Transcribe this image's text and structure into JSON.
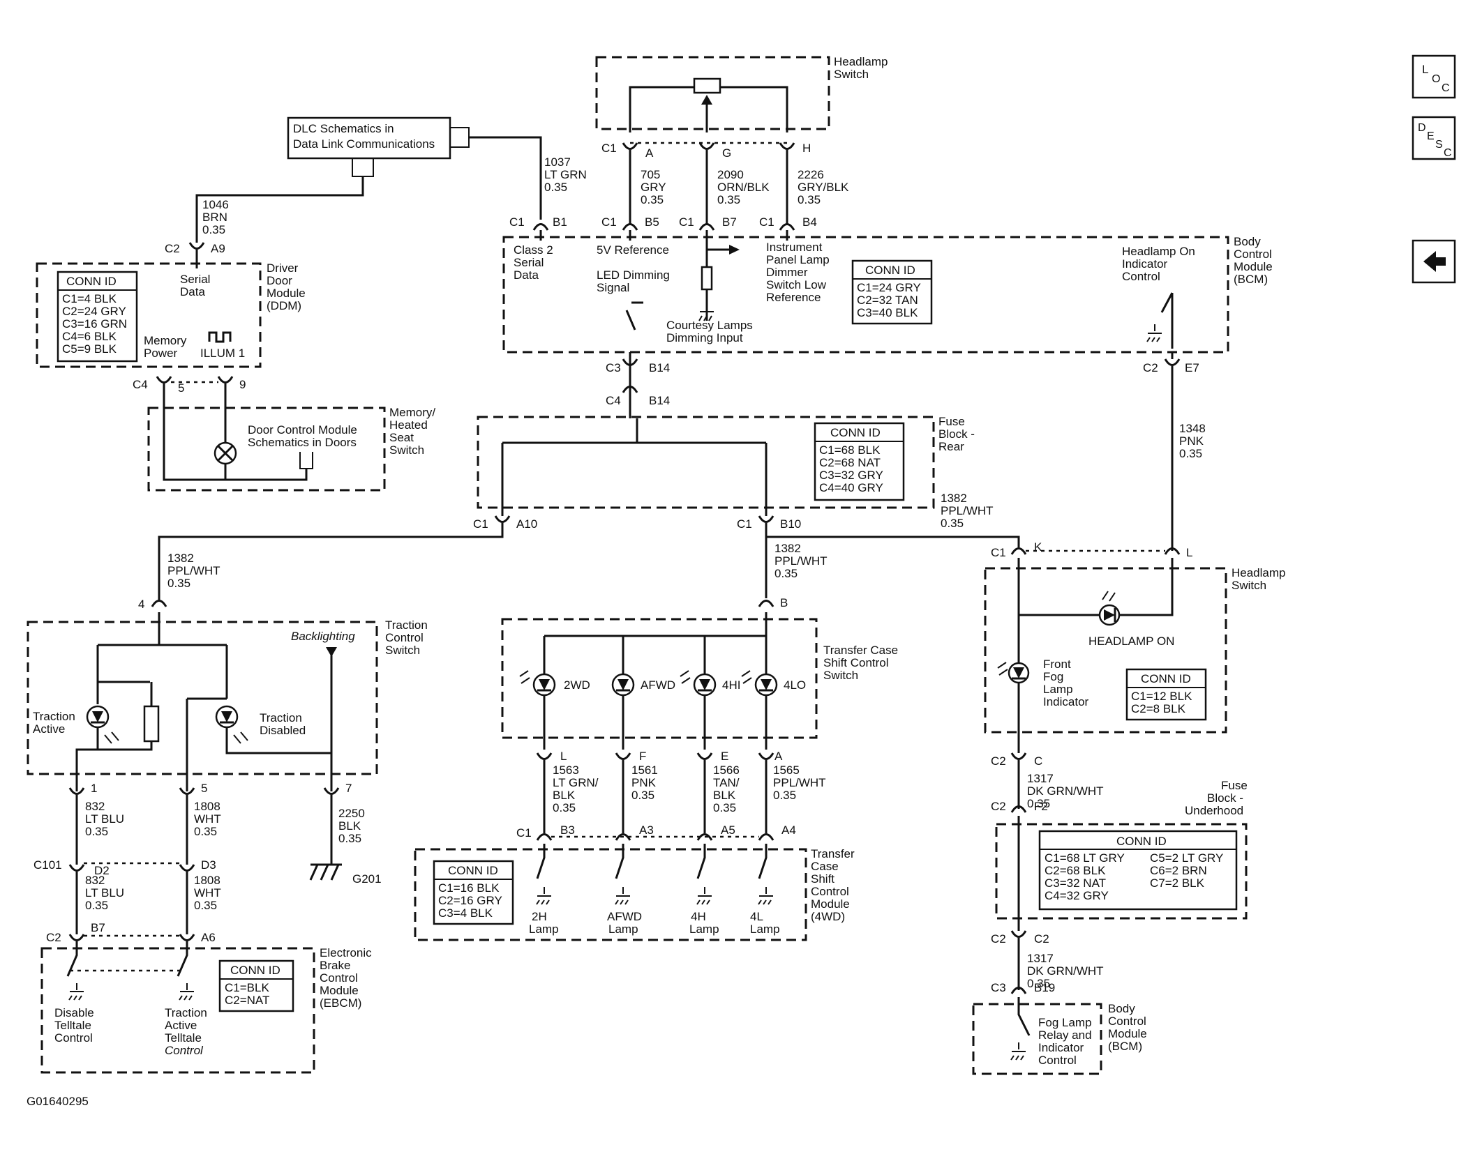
{
  "figure_id": "G01640295",
  "nav": {
    "loc": [
      "L",
      "O",
      "C"
    ],
    "desc": [
      "D",
      "E",
      "S",
      "C"
    ],
    "back_arrow": "←"
  },
  "refs": {
    "dlc": [
      "DLC Schematics in",
      "Data Link Communications"
    ],
    "door_ctrl": [
      "Door Control Module",
      "Schematics in Doors"
    ]
  },
  "components": {
    "headlamp_switch_top": [
      "Headlamp",
      "Switch"
    ],
    "bcm": [
      "Body",
      "Control",
      "Module",
      "(BCM)"
    ],
    "ddm": [
      "Driver",
      "Door",
      "Module",
      "(DDM)"
    ],
    "memory_seat": [
      "Memory/",
      "Heated",
      "Seat",
      "Switch"
    ],
    "fuse_rear": [
      "Fuse",
      "Block -",
      "Rear"
    ],
    "headlamp_switch_right": [
      "Headlamp",
      "Switch"
    ],
    "traction_switch": [
      "Traction",
      "Control",
      "Switch"
    ],
    "transfer_switch": [
      "Transfer Case",
      "Shift Control",
      "Switch"
    ],
    "transfer_module": [
      "Transfer",
      "Case",
      "Shift",
      "Control",
      "Module",
      "(4WD)"
    ],
    "fuse_under": [
      "Fuse",
      "Block -",
      "Underhood"
    ],
    "bcm2": [
      "Body",
      "Control",
      "Module",
      "(BCM)"
    ],
    "ebcm": [
      "Electronic",
      "Brake",
      "Control",
      "Module",
      "(EBCM)"
    ]
  },
  "conn_tables": {
    "ddm": {
      "title": "CONN ID",
      "rows": [
        "C1=4 BLK",
        "C2=24 GRY",
        "C3=16 GRN",
        "C4=6 BLK",
        "C5=9 BLK"
      ]
    },
    "bcm": {
      "title": "CONN ID",
      "rows": [
        "C1=24 GRY",
        "C2=32 TAN",
        "C3=40 BLK"
      ]
    },
    "fuse_rear": {
      "title": "CONN ID",
      "rows": [
        "C1=68 BLK",
        "C2=68 NAT",
        "C3=32 GRY",
        "C4=40 GRY"
      ]
    },
    "headlamp_sw": {
      "title": "CONN ID",
      "rows": [
        "C1=12 BLK",
        "C2=8 BLK"
      ]
    },
    "fuse_under": {
      "title": "CONN ID",
      "col1": [
        "C1=68 LT GRY",
        "C2=68 BLK",
        "C3=32 NAT",
        "C4=32 GRY"
      ],
      "col2": [
        "C5=2 LT GRY",
        "C6=2 BRN",
        "C7=2 BLK"
      ]
    },
    "transfer_mod": {
      "title": "CONN ID",
      "rows": [
        "C1=16 BLK",
        "C2=16 GRY",
        "C3=4 BLK"
      ]
    },
    "ebcm": {
      "title": "CONN ID",
      "rows": [
        "C1=BLK",
        "C2=NAT"
      ]
    }
  },
  "wires": {
    "w1037": [
      "1037",
      "LT GRN",
      "0.35"
    ],
    "w1046": [
      "1046",
      "BRN",
      "0.35"
    ],
    "w705": [
      "705",
      "GRY",
      "0.35"
    ],
    "w2090": [
      "2090",
      "ORN/BLK",
      "0.35"
    ],
    "w2226": [
      "2226",
      "GRY/BLK",
      "0.35"
    ],
    "w1348": [
      "1348",
      "PNK",
      "0.35"
    ],
    "w1382a": [
      "1382",
      "PPL/WHT",
      "0.35"
    ],
    "w1382b": [
      "1382",
      "PPL/WHT",
      "0.35"
    ],
    "w1382c": [
      "1382",
      "PPL/WHT",
      "0.35"
    ],
    "w1563": [
      "1563",
      "LT GRN/",
      "BLK",
      "0.35"
    ],
    "w1561": [
      "1561",
      "PNK",
      "0.35"
    ],
    "w1566": [
      "1566",
      "TAN/",
      "BLK",
      "0.35"
    ],
    "w1565": [
      "1565",
      "PPL/WHT",
      "0.35"
    ],
    "w832a": [
      "832",
      "LT BLU",
      "0.35"
    ],
    "w832b": [
      "832",
      "LT BLU",
      "0.35"
    ],
    "w1808a": [
      "1808",
      "WHT",
      "0.35"
    ],
    "w1808b": [
      "1808",
      "WHT",
      "0.35"
    ],
    "w2250": [
      "2250",
      "BLK",
      "0.35"
    ],
    "w1317a": [
      "1317",
      "DK GRN/WHT",
      "0.35"
    ],
    "w1317b": [
      "1317",
      "DK GRN/WHT",
      "0.35"
    ]
  },
  "signals": {
    "class2": [
      "Class 2",
      "Serial",
      "Data"
    ],
    "ref5v": "5V Reference",
    "led_dim": [
      "LED Dimming",
      "Signal"
    ],
    "ipl": [
      "Instrument",
      "Panel Lamp",
      "Dimmer",
      "Switch Low",
      "Reference"
    ],
    "courtesy": [
      "Courtesy Lamps",
      "Dimming Input"
    ],
    "headlamp_on_ind": [
      "Headlamp On",
      "Indicator",
      "Control"
    ],
    "serial_data": [
      "Serial",
      "Data"
    ],
    "memory_power": [
      "Memory",
      "Power"
    ],
    "illum": "ILLUM 1",
    "backlighting": "Backlighting",
    "traction_active": [
      "Traction",
      "Active"
    ],
    "traction_disabled": [
      "Traction",
      "Disabled"
    ],
    "headlamp_on": "HEADLAMP ON",
    "front_fog": [
      "Front",
      "Fog",
      "Lamp",
      "Indicator"
    ],
    "fog_relay": [
      "Fog Lamp",
      "Relay and",
      "Indicator",
      "Control"
    ],
    "disable_telltale": [
      "Disable",
      "Telltale",
      "Control"
    ],
    "traction_telltale": [
      "Traction",
      "Active",
      "Telltale",
      "Control"
    ],
    "lamps_tc": [
      "2WD",
      "AFWD",
      "4HI",
      "4LO"
    ],
    "lamps_mod": [
      [
        "2H",
        "Lamp"
      ],
      [
        "AFWD",
        "Lamp"
      ],
      [
        "4H",
        "Lamp"
      ],
      [
        "4L",
        "Lamp"
      ]
    ],
    "ground": "G201"
  },
  "connectors": {
    "hs_top": [
      "C1",
      "A",
      "G",
      "H"
    ],
    "bcm_top": [
      "C1",
      "B1",
      "C1",
      "B5",
      "C1",
      "B7",
      "C1",
      "B4"
    ],
    "ddm": [
      "C2",
      "A9"
    ],
    "ddm_bottom": [
      "C4",
      "5",
      "9"
    ],
    "bcm_bottom": [
      "C3",
      "B14"
    ],
    "fuse_top": [
      "C4",
      "B14"
    ],
    "fuse_bottom": [
      "C1",
      "A10",
      "C1",
      "B10"
    ],
    "bcm_e7": [
      "C2",
      "E7"
    ],
    "hs_right": [
      "C1",
      "K",
      "L"
    ],
    "tc_pin": "4",
    "tcs_pin": "B",
    "tcs_bottom": [
      "L",
      "F",
      "E",
      "A"
    ],
    "tcm_top": [
      "C1",
      "B3",
      "A3",
      "A5",
      "A4"
    ],
    "tc_bottom": [
      "1",
      "5",
      "7"
    ],
    "c101": [
      "C101",
      "D2",
      "D3"
    ],
    "ebcm_top": [
      "C2",
      "B7",
      "A6"
    ],
    "hs_c2": [
      "C2",
      "C"
    ],
    "fuse_under_top": [
      "C2",
      "F2"
    ],
    "fuse_under_bottom": [
      "C2",
      "C2"
    ],
    "bcm2_top": [
      "C3",
      "B19"
    ]
  }
}
